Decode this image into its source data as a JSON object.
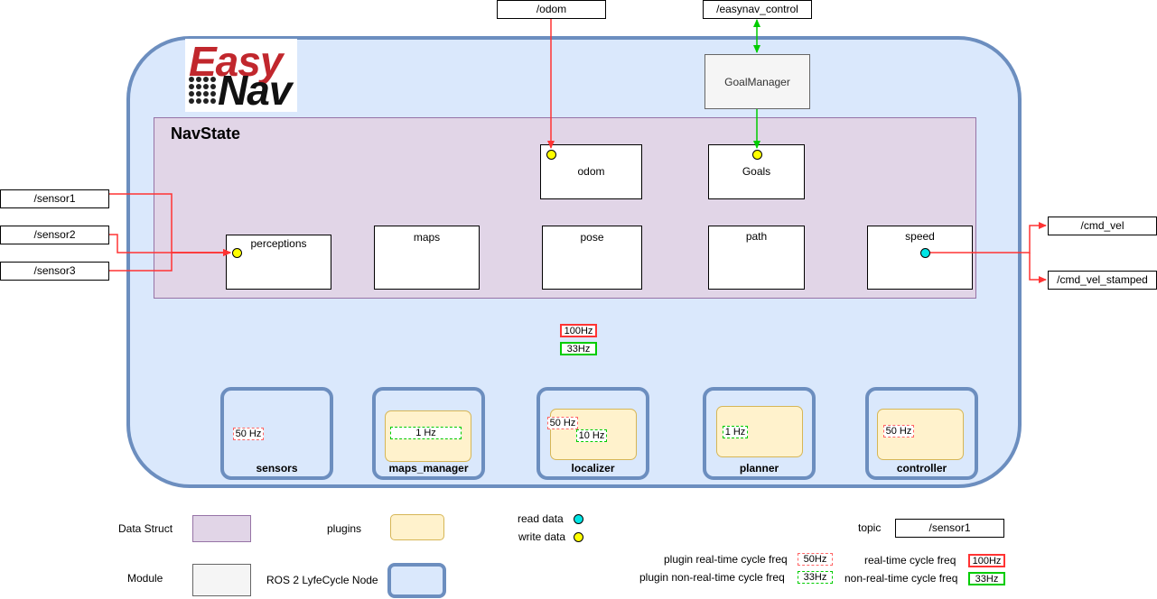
{
  "topics": {
    "odom": "/odom",
    "easynav_control": "/easynav_control",
    "sensor1": "/sensor1",
    "sensor2": "/sensor2",
    "sensor3": "/sensor3",
    "cmd_vel": "/cmd_vel",
    "cmd_vel_stamped": "/cmd_vel_stamped"
  },
  "logo": {
    "line1": "Easy",
    "line2": "Nav"
  },
  "goal_manager": "GoalManager",
  "navstate": {
    "title": "NavState",
    "fields": {
      "odom": "odom",
      "goals": "Goals",
      "perceptions": "perceptions",
      "maps": "maps",
      "pose": "pose",
      "path": "path",
      "speed": "speed"
    }
  },
  "freqs": {
    "rt": "100Hz",
    "nrt": "33Hz"
  },
  "modules": {
    "sensors": {
      "name": "sensors",
      "rt": "50 Hz"
    },
    "maps_manager": {
      "name": "maps_manager",
      "nrt": "1 Hz"
    },
    "localizer": {
      "name": "localizer",
      "rt": "50 Hz",
      "nrt": "10 Hz"
    },
    "planner": {
      "name": "planner",
      "nrt": "1 Hz"
    },
    "controller": {
      "name": "controller",
      "rt": "50 Hz"
    }
  },
  "legend": {
    "data_struct": "Data Struct",
    "plugins": "plugins",
    "read_data": "read data",
    "write_data": "write data",
    "topic": "topic",
    "topic_example": "/sensor1",
    "module": "Module",
    "ros2_node": "ROS 2 LyfeCycle Node",
    "plugin_rt": "plugin real-time cycle freq",
    "plugin_rt_sample": "50Hz",
    "plugin_nrt": "plugin non-real-time cycle freq",
    "plugin_nrt_sample": "33Hz",
    "rt": "real-time cycle freq",
    "rt_sample": "100Hz",
    "nrt": "non-real-time cycle freq",
    "nrt_sample": "33Hz"
  },
  "colors": {
    "node_border": "#6c8ebf",
    "node_fill": "#dae8fc",
    "navstate_fill": "#e1d5e7",
    "plugin_fill": "#fff2cc",
    "read_arrow": "#ff3333",
    "write_arrow": "#00cc00"
  }
}
